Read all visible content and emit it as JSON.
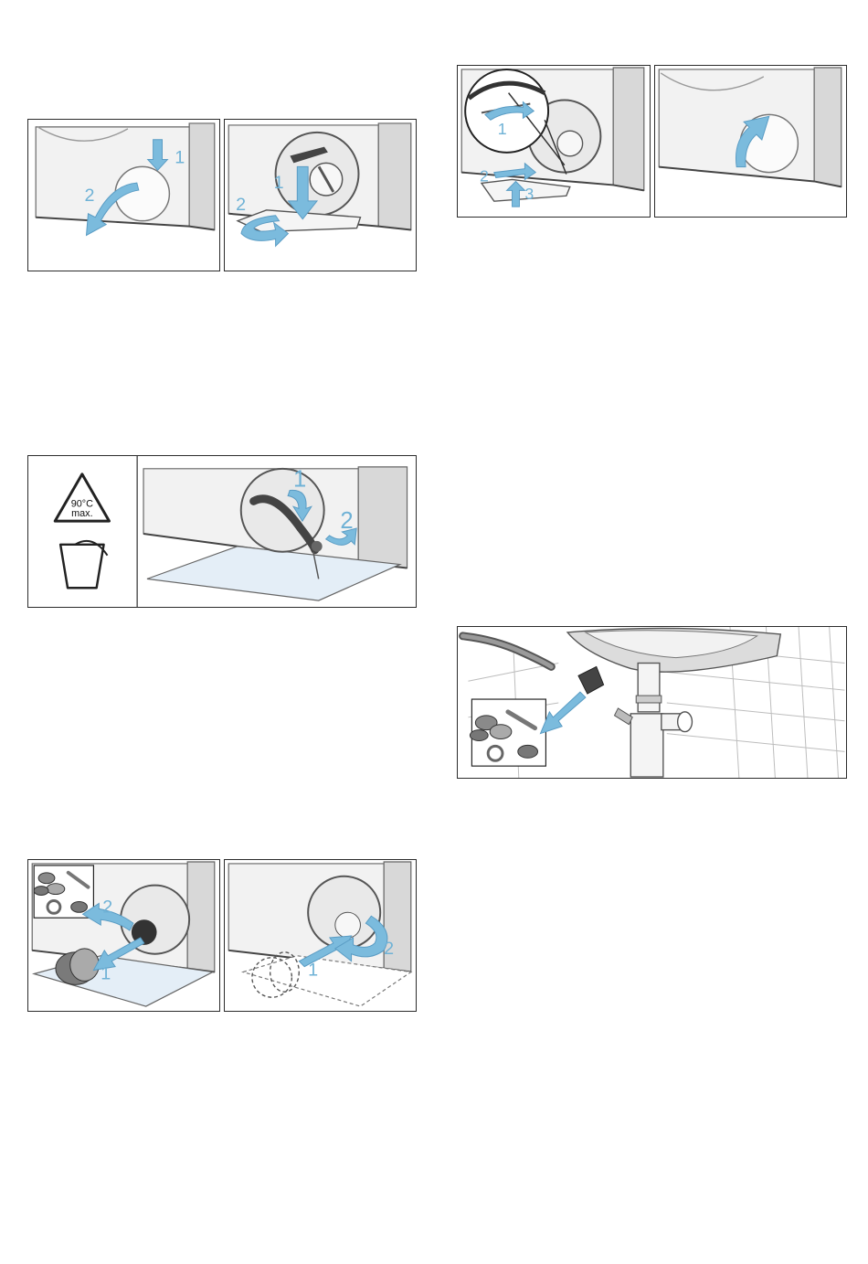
{
  "colors": {
    "arrow": "#7bbbdd",
    "arrow_stroke": "#5a9cc4",
    "machine": "#f1f1f1",
    "machine_edge": "#555555",
    "tray": "#e4eef7",
    "border": "#2b2b2b"
  },
  "illustrations": {
    "open_cover": {
      "steps": [
        "1",
        "2"
      ]
    },
    "remove_cover": {
      "steps": [
        "1",
        "2"
      ]
    },
    "refit_cover": {
      "steps": [
        "1",
        "2",
        "3"
      ]
    },
    "close_flap": {
      "steps": []
    },
    "drain_hose": {
      "steps": [
        "1",
        "2"
      ],
      "warning_line1": "90°C",
      "warning_line2": "max.",
      "warning_icon": "hot-water-warning-icon",
      "bucket_icon": "bucket-icon"
    },
    "remove_pump_cap": {
      "steps": [
        "1",
        "2"
      ]
    },
    "refit_pump_cap": {
      "steps": [
        "1",
        "2"
      ]
    },
    "siphon_clean": {
      "steps": []
    }
  }
}
